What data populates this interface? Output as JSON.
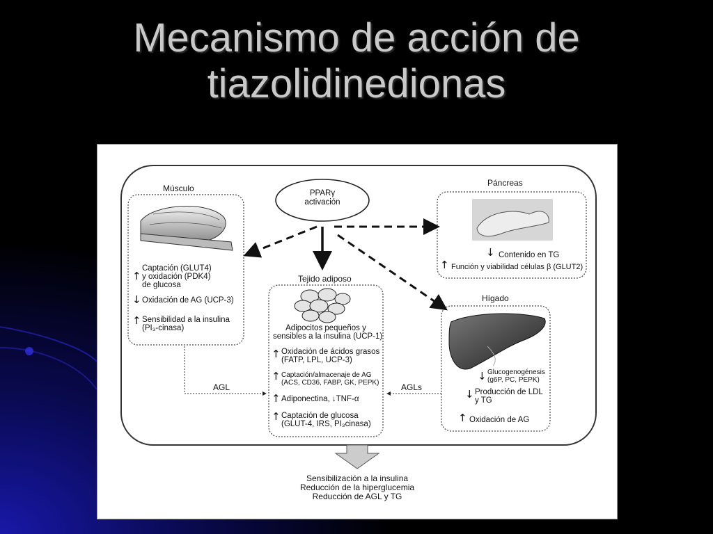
{
  "slide": {
    "title_line1": "Mecanismo de acción de",
    "title_line2": "tiazolidinedionas"
  },
  "diagram": {
    "ppar": {
      "line1": "PPARγ",
      "line2": "activación"
    },
    "muscle": {
      "title": "Músculo",
      "items": [
        {
          "arrow": "up",
          "lines": [
            "Captación (GLUT4)",
            "y oxidación (PDK4)",
            "de glucosa"
          ]
        },
        {
          "arrow": "down",
          "lines": [
            "Oxidación de AG (UCP-3)"
          ]
        },
        {
          "arrow": "up",
          "lines": [
            "Sensibilidad a la insulina",
            "(PI₃-cinasa)"
          ]
        }
      ]
    },
    "pancreas": {
      "title": "Páncreas",
      "items": [
        {
          "arrow": "down",
          "text": "Contenido en TG"
        },
        {
          "arrow": "up",
          "text": "Función y viabilidad células β (GLUT2)"
        }
      ]
    },
    "adipose": {
      "title": "Tejido adiposo",
      "caption_line1": "Adipocitos pequeños y",
      "caption_line2": "sensibles a la insulina (UCP-1)",
      "items": [
        {
          "arrow": "up",
          "lines": [
            "Oxidación de ácidos grasos",
            "(FATP, LPL, UCP-3)"
          ]
        },
        {
          "arrow": "up",
          "lines": [
            "Captación/almacenaje de AG",
            "(ACS, CD36, FABP, GK, PEPK)"
          ]
        },
        {
          "arrow": "up",
          "lines": [
            "Adiponectina, ↓TNF-α"
          ]
        },
        {
          "arrow": "up",
          "lines": [
            "Captación de glucosa",
            "(GLUT-4, IRS, PI₃cinasa)"
          ]
        }
      ]
    },
    "liver": {
      "title": "Hígado",
      "items": [
        {
          "arrow": "down",
          "lines": [
            "Glucogenogénesis",
            "(g6P, PC, PEPK)"
          ]
        },
        {
          "arrow": "down",
          "lines": [
            "Producción de LDL",
            "y TG"
          ]
        },
        {
          "arrow": "up",
          "lines": [
            "Oxidación de AG"
          ]
        }
      ]
    },
    "flow_left": "AGL",
    "flow_right": "AGLs",
    "outcomes": [
      "Sensibilización a la insulina",
      "Reducción de la hiperglucemia",
      "Reducción de AGL y TG"
    ]
  }
}
